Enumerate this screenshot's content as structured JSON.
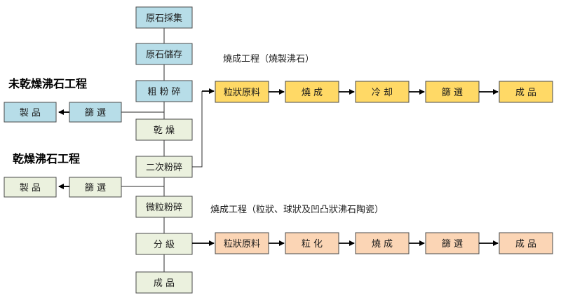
{
  "headings": {
    "undried": "未乾燥沸石工程",
    "dried": "乾燥沸石工程",
    "firing_top": "燒成工程（燒製沸石）",
    "firing_bottom": "燒成工程（粒狀、球狀及凹凸狀沸石陶瓷）"
  },
  "main_flow": {
    "raw_collection": "原石採集",
    "raw_storage": "原石儲存",
    "coarse_crushing": "粗 粉 碎",
    "drying": "乾 燥",
    "secondary_crushing": "二次粉碎",
    "fine_crushing": "微粒粉碎",
    "classification": "分 級",
    "product": "成 品"
  },
  "undried_branch": {
    "screening": "篩 選",
    "product": "製 品"
  },
  "dried_branch": {
    "screening": "篩 選",
    "product": "製 品"
  },
  "firing_top_flow": [
    "粒狀原料",
    "燒 成",
    "冷 却",
    "篩 選",
    "成 品"
  ],
  "firing_bottom_flow": [
    "粒狀原料",
    "粒 化",
    "燒 成",
    "篩 選",
    "成 品"
  ],
  "colors": {
    "main": "#b7dde8",
    "mid": "#ebf1de",
    "firing_top": "#ffd966",
    "firing_bottom": "#fbd5b5"
  }
}
